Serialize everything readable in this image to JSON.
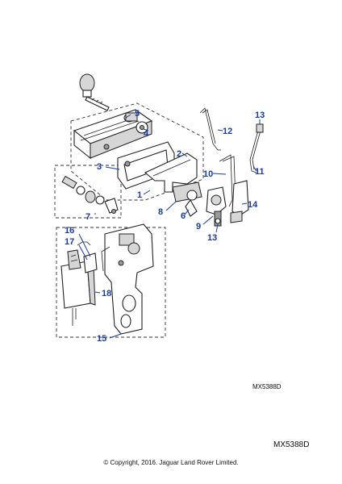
{
  "callouts": [
    "1",
    "2",
    "3",
    "4",
    "5",
    "6",
    "7",
    "8",
    "9",
    "10",
    "11",
    "12",
    "13",
    "13",
    "14",
    "15",
    "16",
    "17",
    "18"
  ],
  "reference_small": "MX5388D",
  "reference_large": "MX5388D",
  "copyright": "© Copyright, 2016. Jaguar Land Rover Limited."
}
